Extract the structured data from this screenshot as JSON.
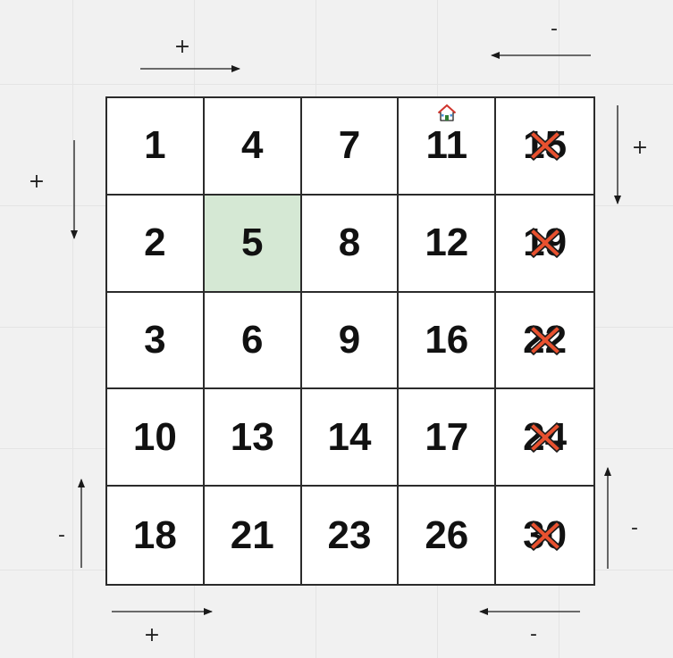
{
  "grid": {
    "rows": [
      [
        "1",
        "4",
        "7",
        "11",
        "15"
      ],
      [
        "2",
        "5",
        "8",
        "12",
        "19"
      ],
      [
        "3",
        "6",
        "9",
        "16",
        "22"
      ],
      [
        "10",
        "13",
        "14",
        "17",
        "24"
      ],
      [
        "18",
        "21",
        "23",
        "26",
        "30"
      ]
    ],
    "highlight_cell": "5",
    "highlight_color": "#d5e8d4",
    "crossed_cells": [
      "15",
      "19",
      "22",
      "24",
      "30"
    ],
    "cross_icon": "x-icon",
    "cross_color": "#e8512f",
    "home_cell": "11",
    "home_icon": "house-icon"
  },
  "direction_labels": {
    "top_left": "+",
    "top_right": "-",
    "left_top": "+",
    "right_top": "+",
    "left_bottom": "-",
    "right_bottom": "-",
    "bottom_left": "+",
    "bottom_right": "-"
  }
}
